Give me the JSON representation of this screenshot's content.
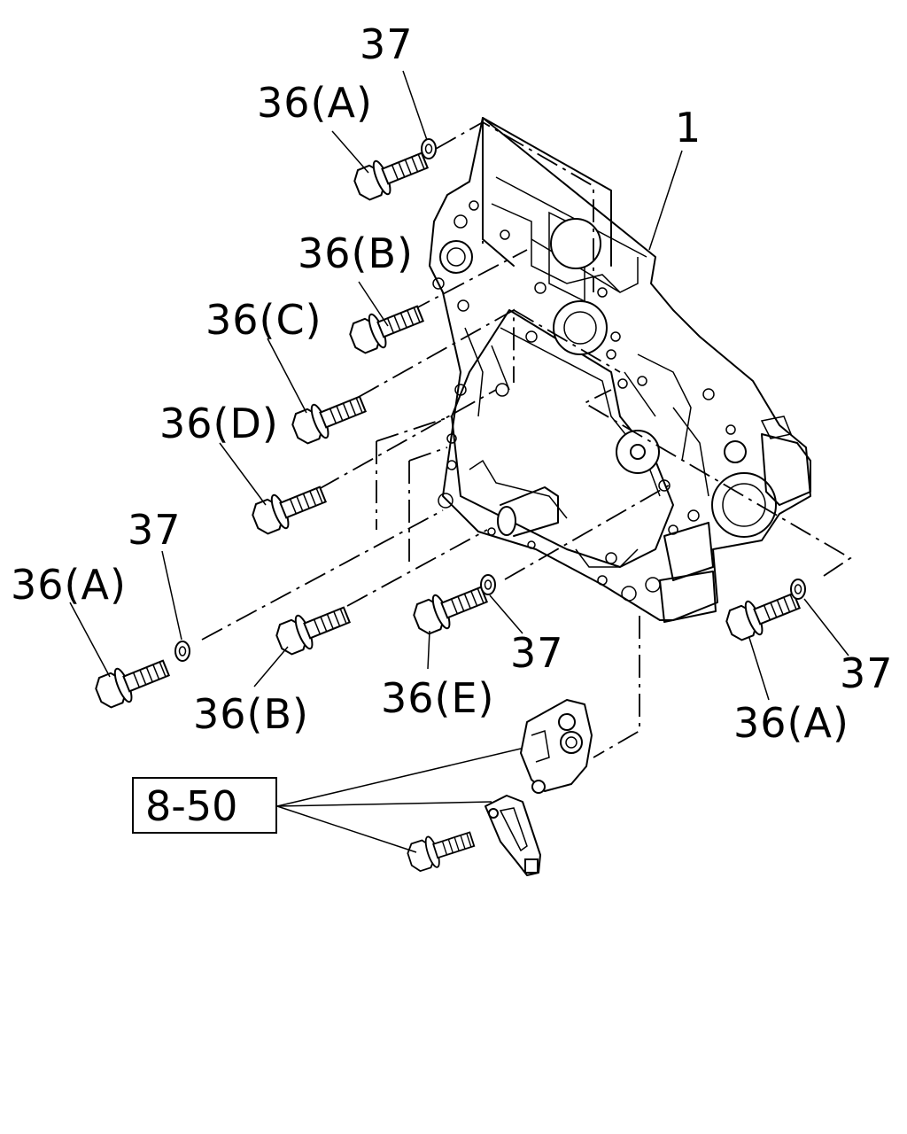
{
  "callouts": {
    "c37_top": "37",
    "c36a_top": "36(A)",
    "c1": "1",
    "c36b_upper": "36(B)",
    "c36c": "36(C)",
    "c36d": "36(D)",
    "c37_left": "37",
    "c36a_left": "36(A)",
    "c36b_lower": "36(B)",
    "c36e": "36(E)",
    "c37_mid": "37",
    "c37_right": "37",
    "c36a_right": "36(A)"
  },
  "reference_box": {
    "label": "8-50"
  },
  "parts": {
    "main_part": "front gear case",
    "bolt_icon": "flange-bolt-icon",
    "washer_icon": "washer-icon",
    "bracket_icon": "bracket-icon"
  }
}
